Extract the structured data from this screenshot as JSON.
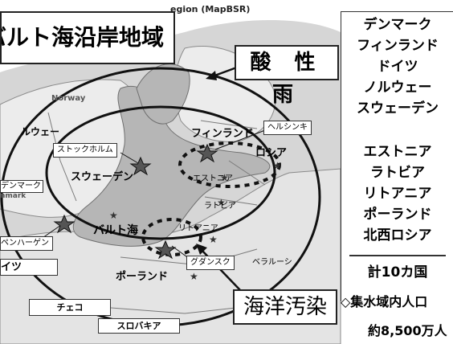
{
  "title": "バルト海沿岸地域",
  "source_note": "egion (MapBSR)",
  "callouts": {
    "acid_rain": "酸 性 雨",
    "marine_pollution": "海洋汚染"
  },
  "panel": {
    "countries": [
      "デンマーク",
      "フィンランド",
      "ドイツ",
      "ノルウェー",
      "スウェーデン",
      "エストニア",
      "ラトビア",
      "リトアニア",
      "ポーランド",
      "北西ロシア"
    ],
    "total": "計10カ国",
    "population_label": "◇集水域内人口",
    "population_value": "約8,500万人"
  },
  "map_labels": {
    "norway_en": "Norway",
    "norway": "ルウェー",
    "sweden": "スウェーデン",
    "finland": "フィンランド",
    "russia": "ロシア",
    "estonia": "エストニア",
    "latvia": "ラトビア",
    "lithuania": "リトアニア",
    "baltic_sea": "バルト海",
    "poland": "ポーランド",
    "belarus": "ベラルーシ",
    "czech": "チェコ",
    "slovakia": "スロバキア",
    "denmark": "デンマーク",
    "denmark_en": "nmark",
    "germany": "イツ",
    "stockholm": "ストックホルム",
    "helsinki": "ヘルシンキ",
    "copenhagen": "ペンハーゲン",
    "gdansk": "グダンスク"
  },
  "colors": {
    "sea": "#b8b8b8",
    "land": "#e6e6e6",
    "basin": "#d2d2d2",
    "ink": "#111111"
  },
  "symbols": {
    "capital_marker": "star-icon",
    "city_marker": "small-star-icon"
  }
}
